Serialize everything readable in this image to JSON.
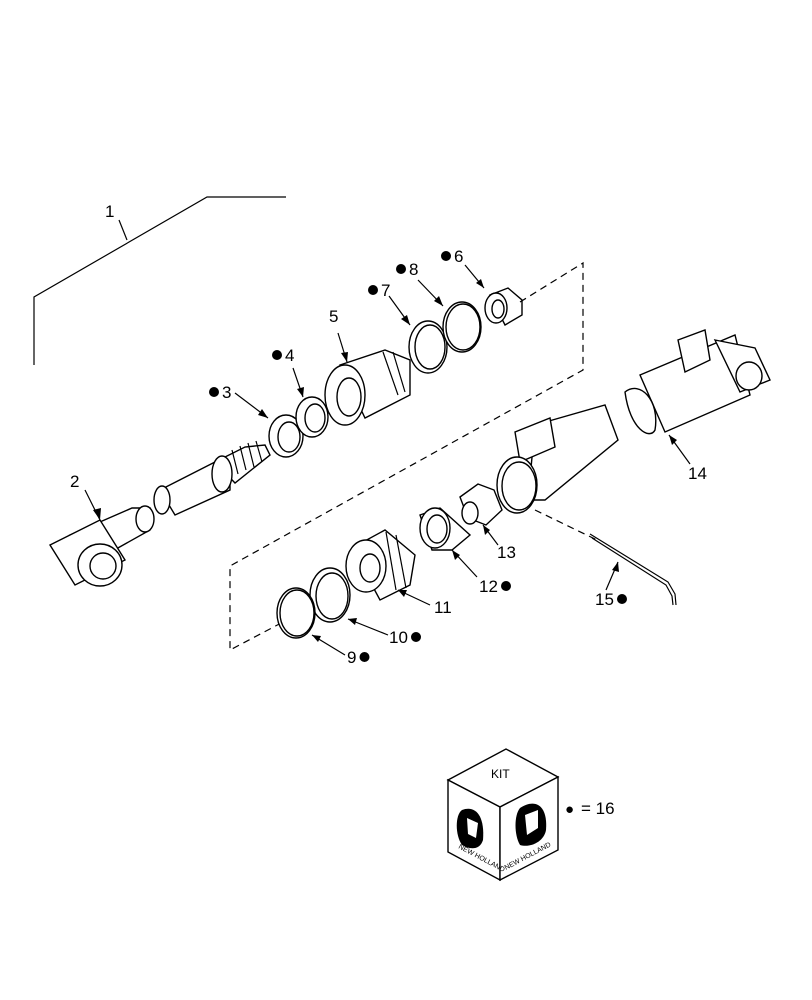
{
  "callouts": [
    {
      "id": "1",
      "text": "1",
      "kit": false
    },
    {
      "id": "2",
      "text": "2",
      "kit": false
    },
    {
      "id": "3",
      "text": "3",
      "kit": true
    },
    {
      "id": "4",
      "text": "4",
      "kit": true
    },
    {
      "id": "5",
      "text": "5",
      "kit": false
    },
    {
      "id": "6",
      "text": "6",
      "kit": true
    },
    {
      "id": "7",
      "text": "7",
      "kit": true
    },
    {
      "id": "8",
      "text": "8",
      "kit": true
    },
    {
      "id": "9",
      "text": "9",
      "kit": true
    },
    {
      "id": "10",
      "text": "10",
      "kit": true
    },
    {
      "id": "11",
      "text": "11",
      "kit": false
    },
    {
      "id": "12",
      "text": "12",
      "kit": true
    },
    {
      "id": "13",
      "text": "13",
      "kit": false
    },
    {
      "id": "14",
      "text": "14",
      "kit": false
    },
    {
      "id": "15",
      "text": "15",
      "kit": true
    }
  ],
  "kit_box": {
    "title": "KIT",
    "brand": "NEW HOLLAND",
    "legend_symbol": "●",
    "legend_text": "= 16"
  },
  "icons": [
    "bullet-dot-icon",
    "new-holland-logo-icon"
  ]
}
